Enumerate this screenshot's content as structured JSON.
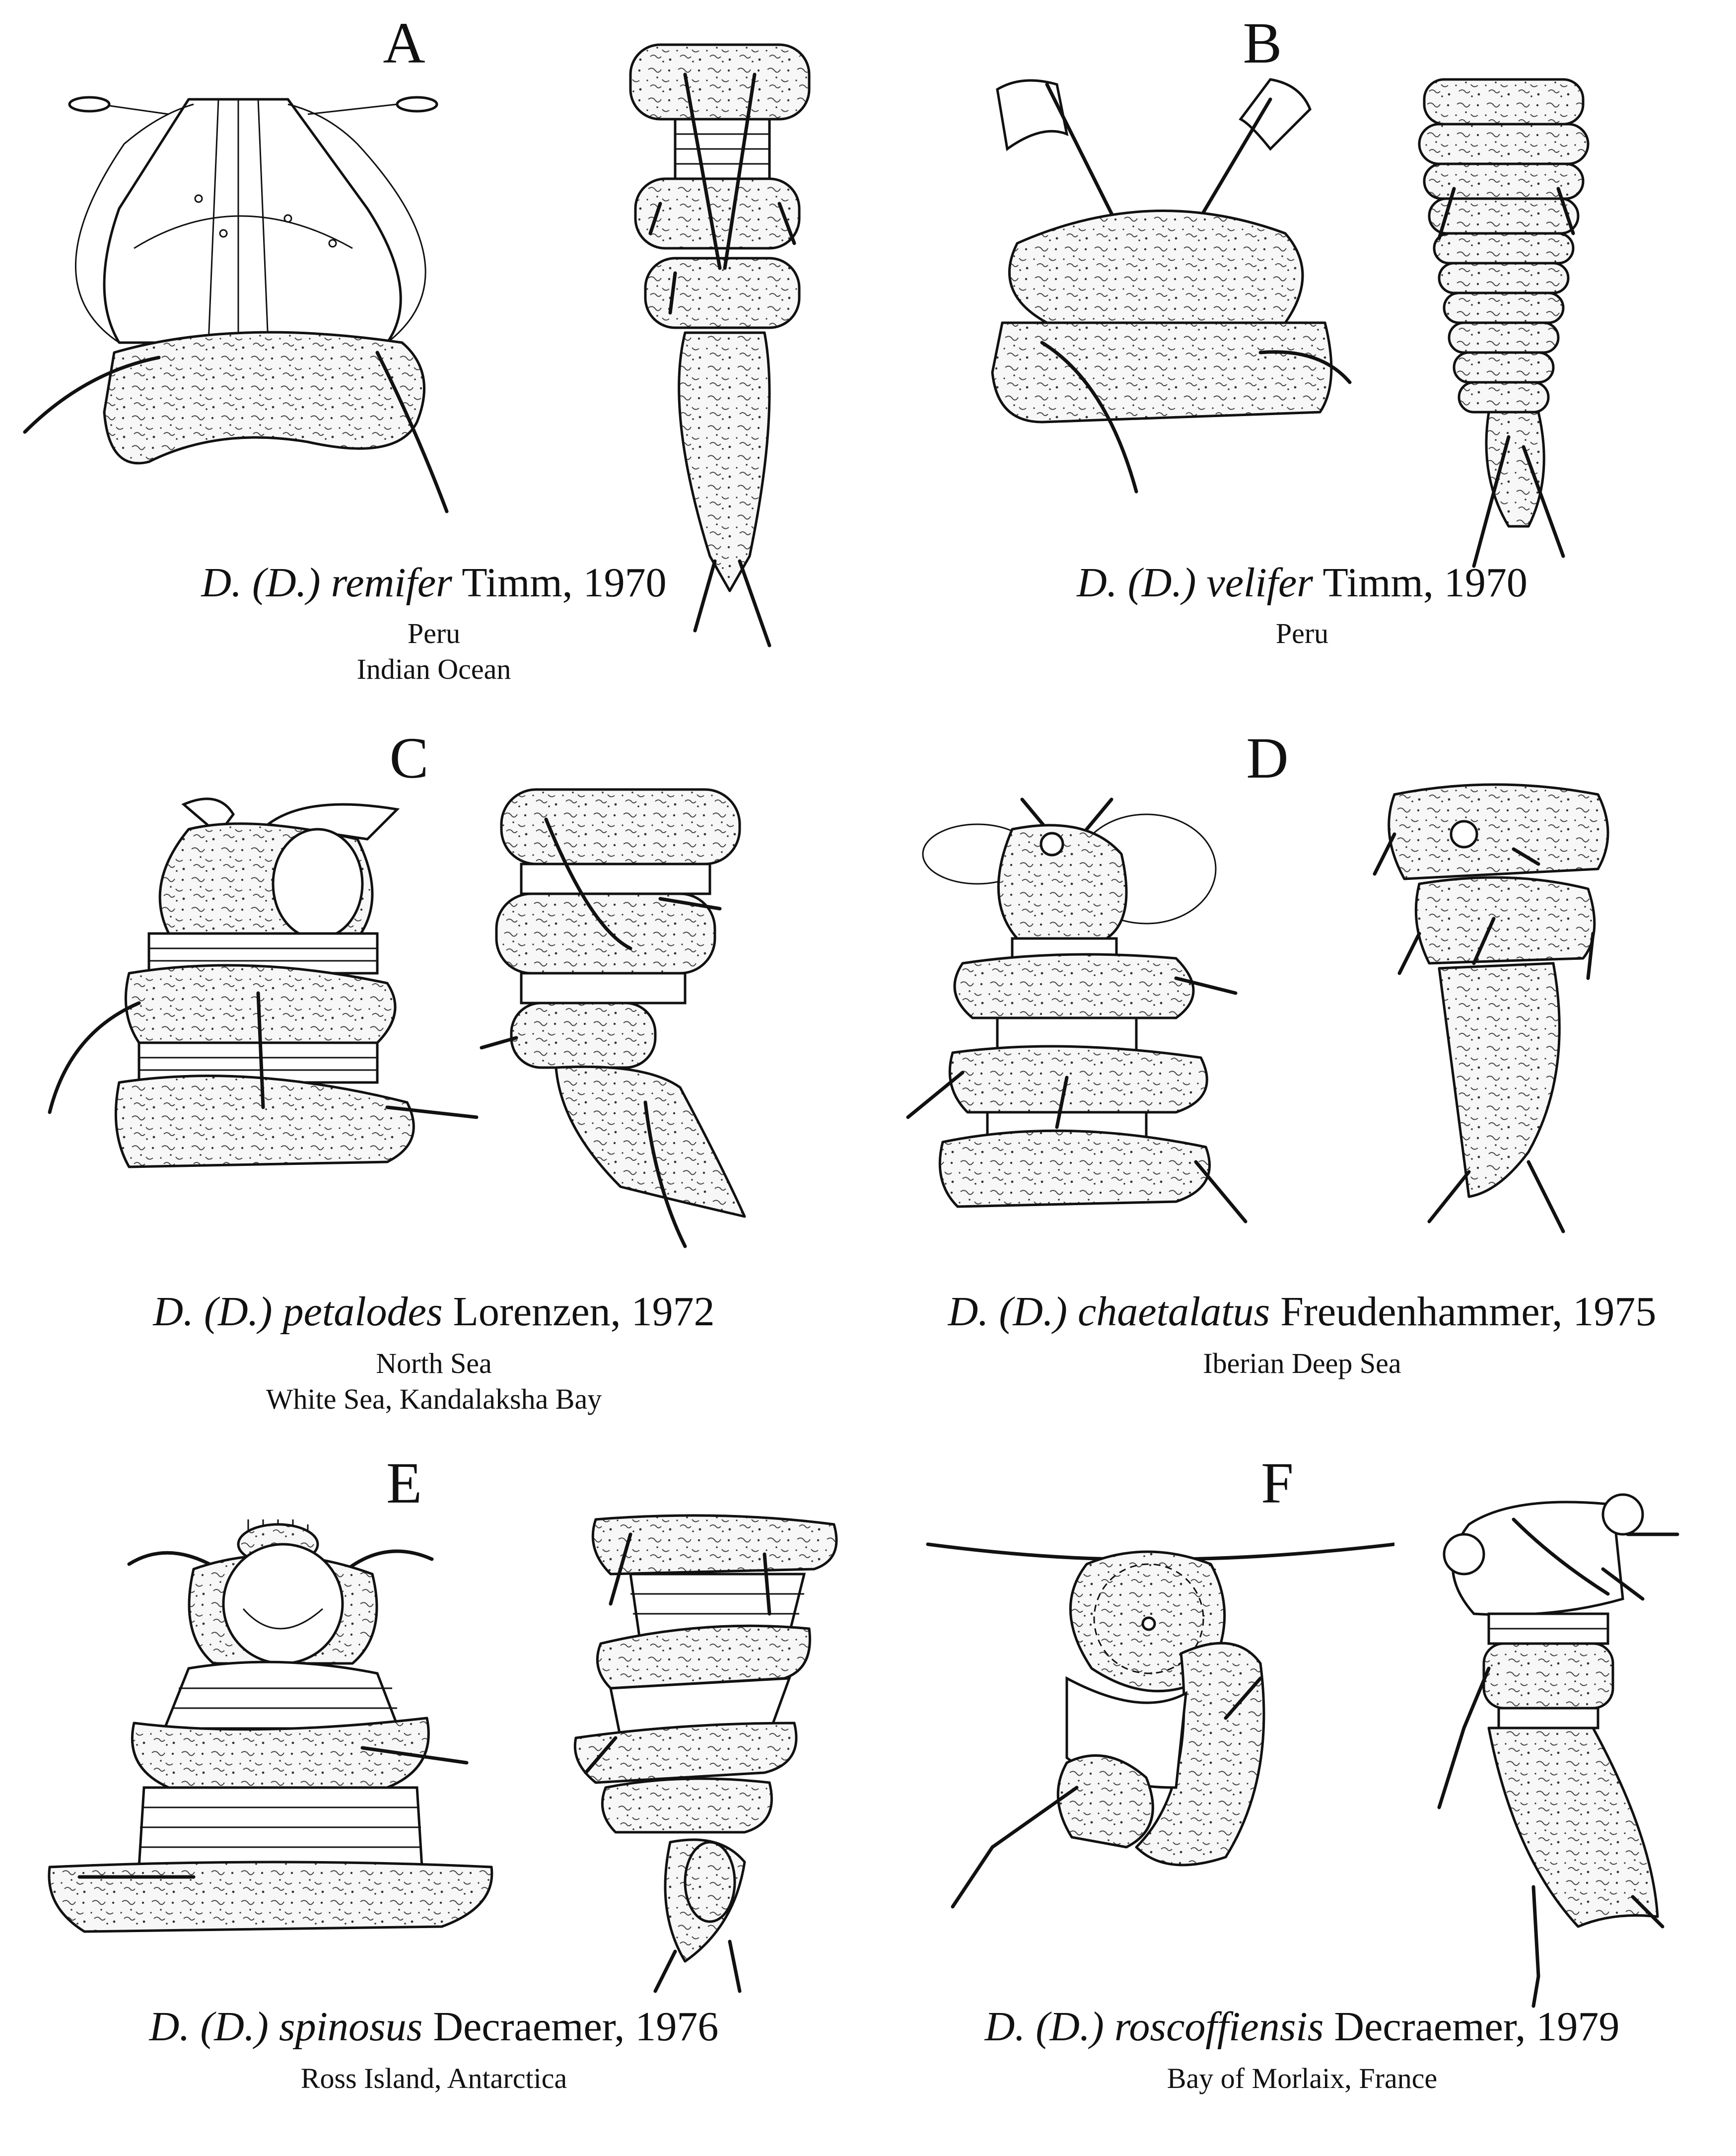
{
  "panels": [
    {
      "letter": "A",
      "genus": "D. (D.)",
      "species": "remifer",
      "author": "Timm, 1970",
      "locations": [
        "Peru",
        "Indian Ocean"
      ]
    },
    {
      "letter": "B",
      "genus": "D. (D.)",
      "species": "velifer",
      "author": "Timm, 1970",
      "locations": [
        "Peru"
      ]
    },
    {
      "letter": "C",
      "genus": "D. (D.)",
      "species": "petalodes",
      "author": "Lorenzen, 1972",
      "locations": [
        "North Sea",
        "White Sea, Kandalaksha Bay"
      ]
    },
    {
      "letter": "D",
      "genus": "D. (D.)",
      "species": "chaetalatus",
      "author": "Freudenhammer, 1975",
      "locations": [
        "Iberian Deep Sea"
      ]
    },
    {
      "letter": "E",
      "genus": "D. (D.)",
      "species": "spinosus",
      "author": "Decraemer, 1976",
      "locations": [
        "Ross Island, Antarctica"
      ]
    },
    {
      "letter": "F",
      "genus": "D. (D.)",
      "species": "roscoffiensis",
      "author": "Decraemer, 1979",
      "locations": [
        "Bay of Morlaix, France"
      ]
    }
  ]
}
